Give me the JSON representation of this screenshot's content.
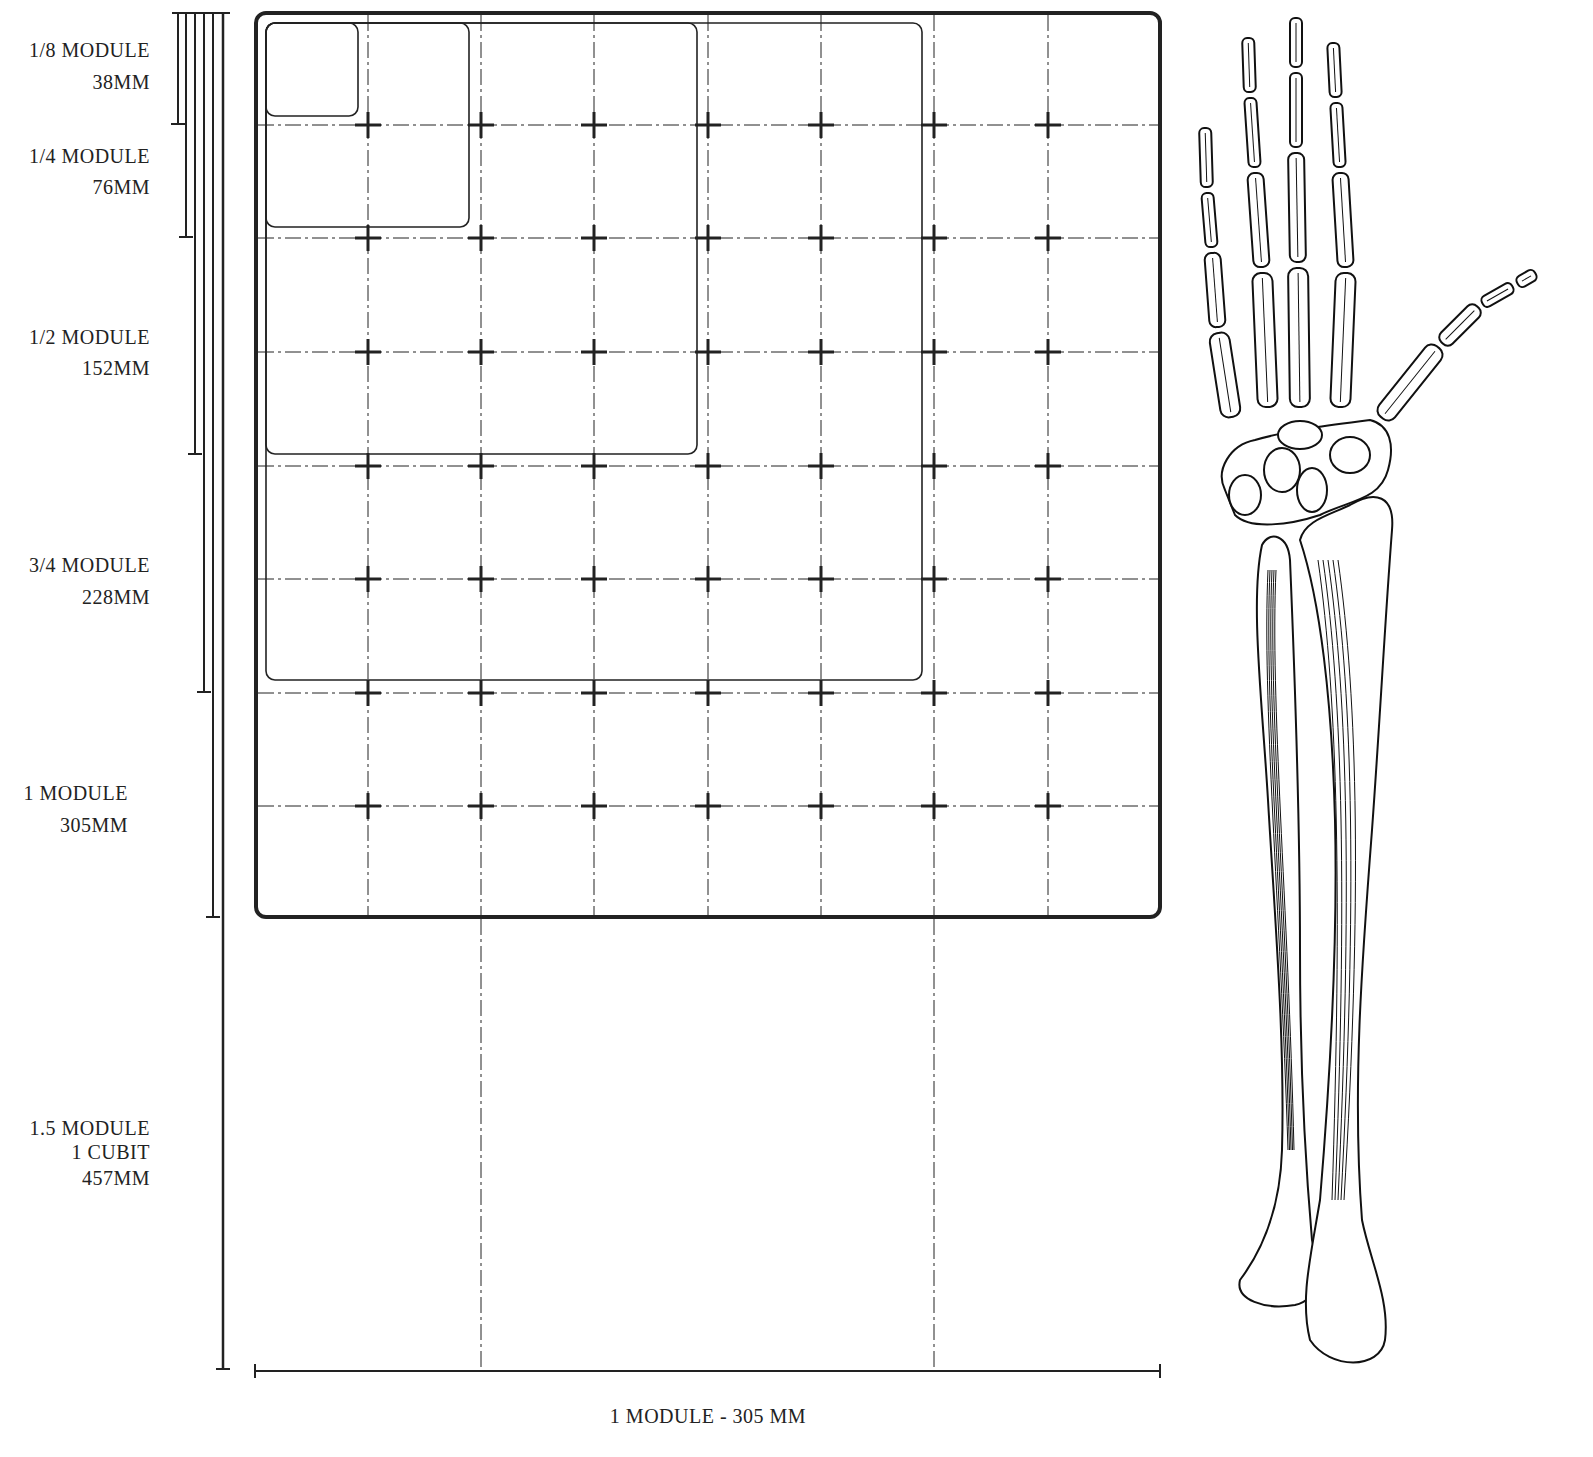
{
  "diagram": {
    "labels": [
      "1/8 MODULE",
      "38MM",
      "1/4 MODULE",
      "76MM",
      "1/2 MODULE",
      "152MM",
      "3/4 MODULE",
      "228MM",
      "1 MODULE",
      "305MM",
      "1.5 MODULE",
      "1 CUBIT",
      "457MM",
      "1 MODULE - 305 MM"
    ]
  }
}
